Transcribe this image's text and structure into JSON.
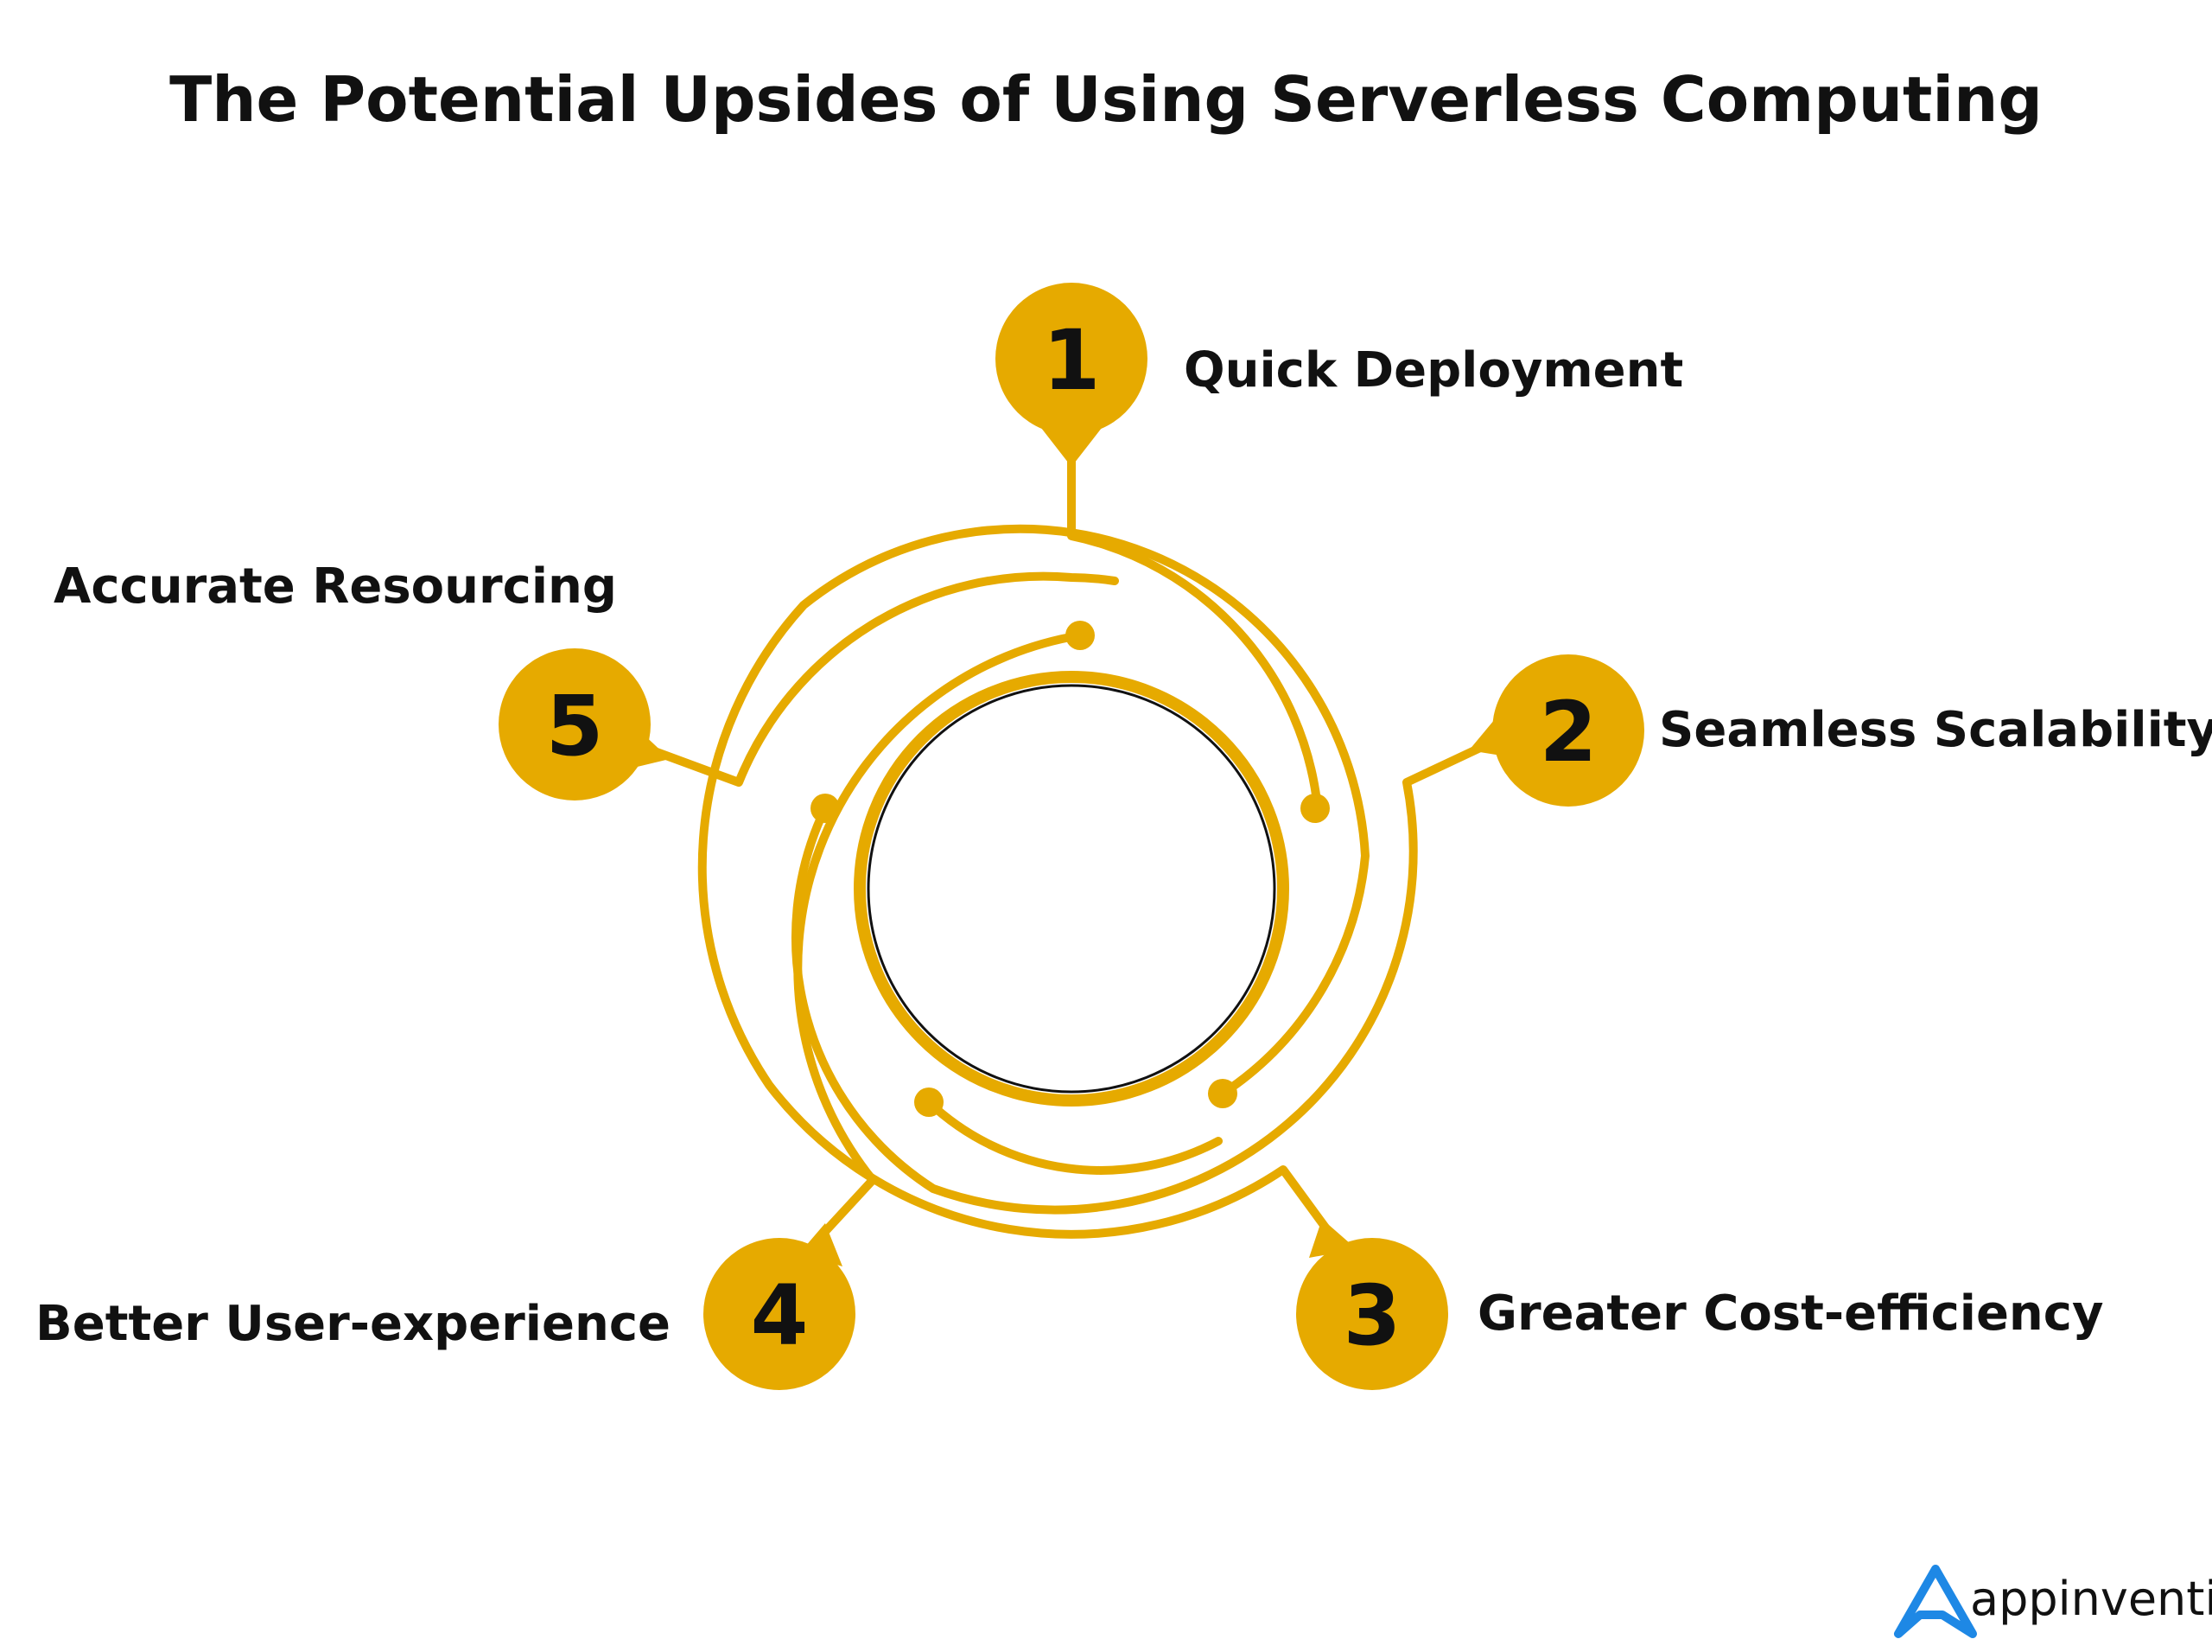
{
  "title": "The Potential Upsides of Using Serverless Computing",
  "colors": {
    "accent": "#E6AA00",
    "text": "#111111",
    "brand": "#1E88E5",
    "background": "#FFFFFF"
  },
  "items": [
    {
      "number": "1",
      "label": "Quick Deployment"
    },
    {
      "number": "2",
      "label": "Seamless Scalability"
    },
    {
      "number": "3",
      "label": "Greater Cost-efficiency"
    },
    {
      "number": "4",
      "label": "Better User-experience"
    },
    {
      "number": "5",
      "label": "Accurate Resourcing"
    }
  ],
  "brand": {
    "name": "appinventiv",
    "icon": "appinventiv-logo-icon"
  }
}
